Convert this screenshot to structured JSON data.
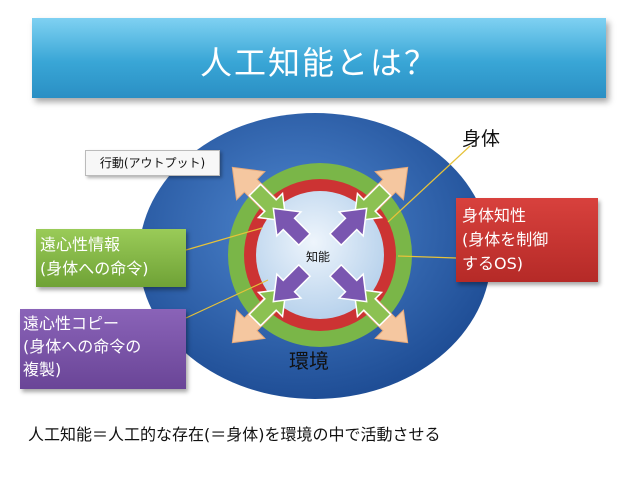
{
  "title": "人工知能とは？",
  "diagram": {
    "body_label": "身体",
    "environment_label": "環境",
    "intelligence_label": "知能",
    "action_label": "行動(アウトプット)",
    "telepathy_info": "遠心性情報\n(身体への命令)",
    "telepathy_copy": "遠心性コピー\n(身体への命令の\n複製)",
    "body_intelligence": "身体知性\n(身体を制御\nするOS)"
  },
  "footer_text": "人工知能＝人工的な存在(＝身体)を環境の中で活動させる",
  "colors": {
    "title_bg": "#39a6d6",
    "environment": "#2a63b0",
    "body_ring_green": "#7ab648",
    "body_ring_red": "#cc3333",
    "intelligence_core": "#d6e6f6",
    "inner_arrows": "#7a56b0",
    "middle_arrows": "#8cc152",
    "outer_arrows": "#f5c7a0",
    "green_box": "#7ab040",
    "purple_box": "#7553a8",
    "red_box": "#c9302c"
  }
}
